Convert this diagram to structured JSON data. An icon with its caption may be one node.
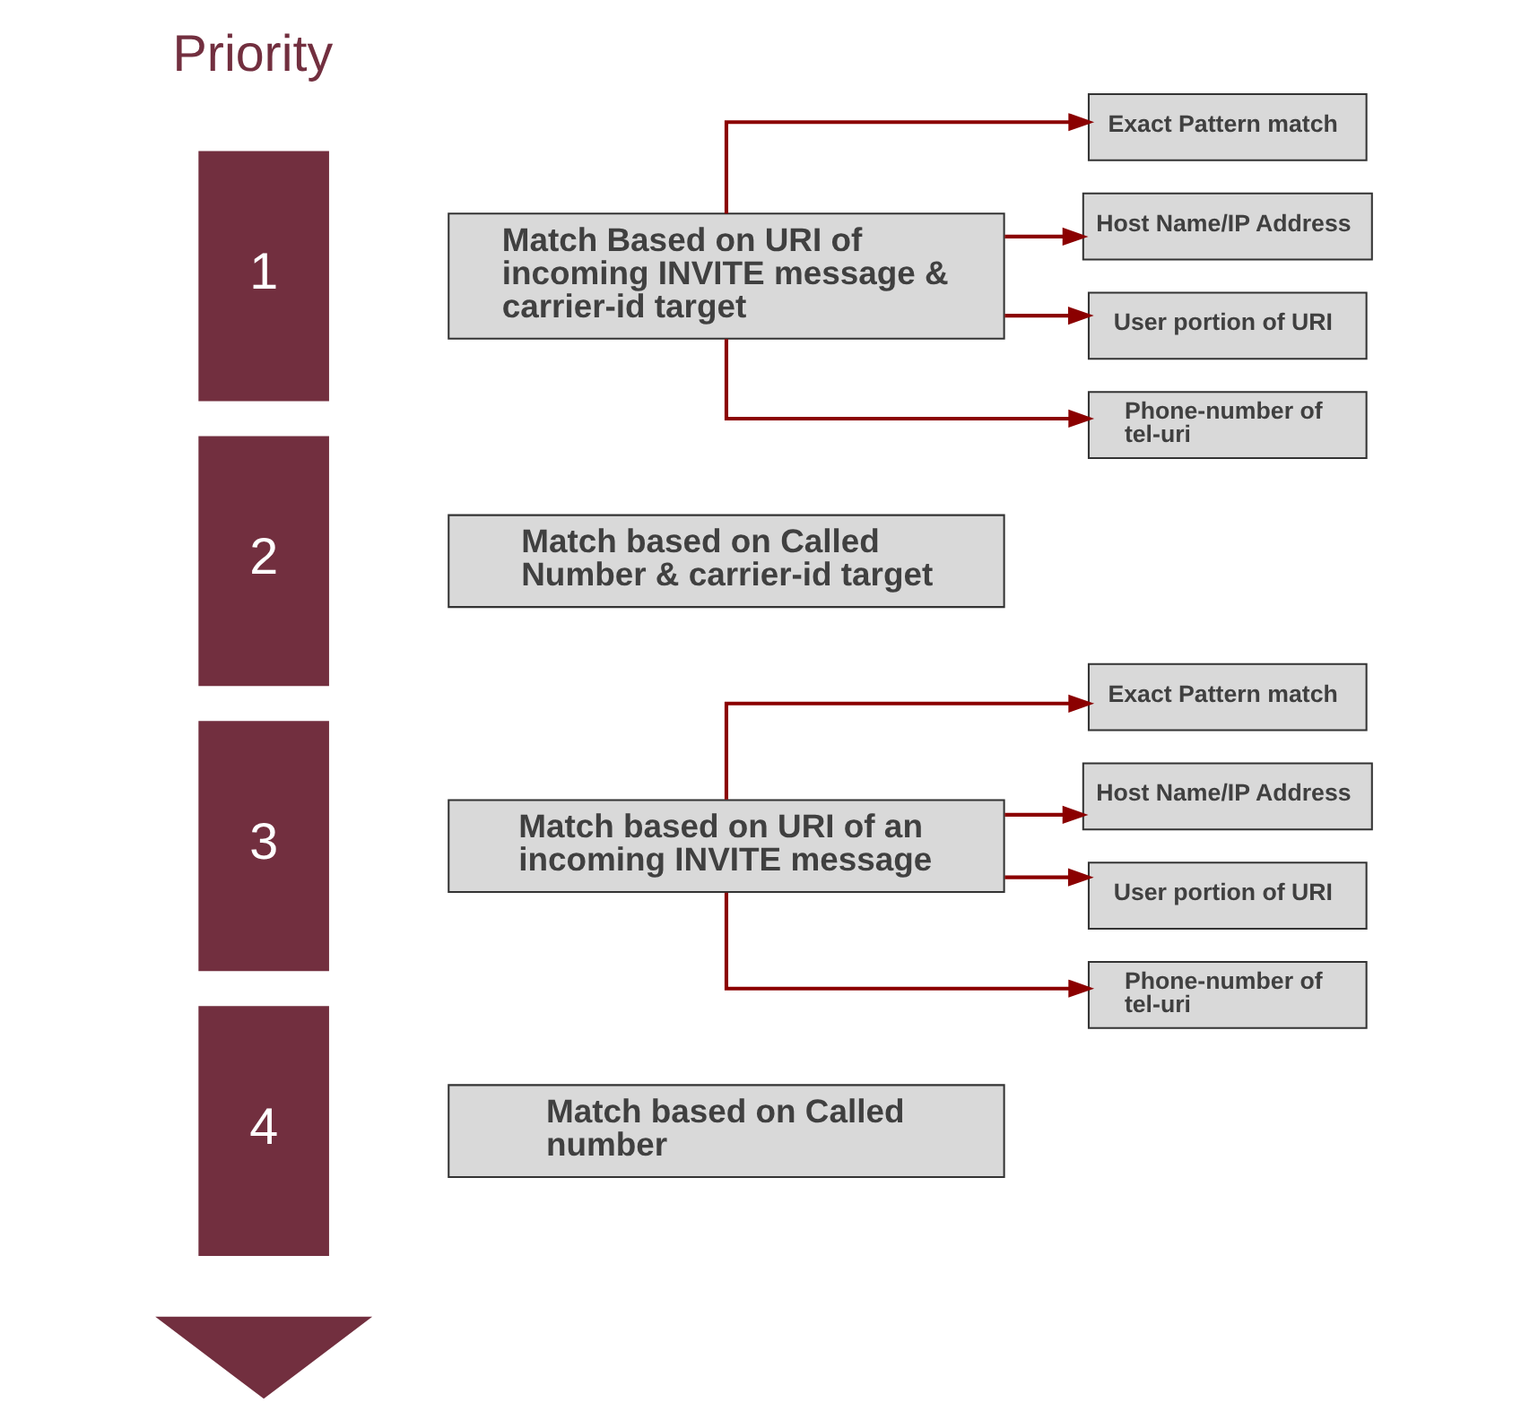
{
  "diagram": {
    "title": "Priority",
    "nodes": [
      {
        "text": [
          "1"
        ]
      },
      {
        "text": [
          "Match Based on URI of incoming INVITE message & carrier-id target"
        ]
      },
      {
        "text": [
          "Exact Pattern match"
        ]
      },
      {
        "text": [
          "Host Name/IP Address"
        ]
      },
      {
        "text": [
          "User portion of URI"
        ]
      },
      {
        "text": [
          "Phone-number of tel-uri"
        ]
      },
      {
        "text": [
          "2"
        ]
      },
      {
        "text": [
          "Match based on Called Number & carrier-id target"
        ]
      },
      {
        "text": [
          "3"
        ]
      },
      {
        "text": [
          "Match based on URI of an incoming INVITE message"
        ]
      },
      {
        "text": [
          "Exact Pattern match"
        ]
      },
      {
        "text": [
          "Host Name/IP Address"
        ]
      },
      {
        "text": [
          "User portion of URI"
        ]
      },
      {
        "text": [
          "Phone-number of tel-uri"
        ]
      },
      {
        "text": [
          "4"
        ]
      },
      {
        "text": [
          "Match based on Called number"
        ]
      },
      {
        "text": [],
        "shape": "triangle"
      }
    ],
    "edges": [
      {
        "from": 1,
        "to": 2,
        "arrow": "to"
      },
      {
        "from": 1,
        "to": 3,
        "arrow": "to"
      },
      {
        "from": 1,
        "to": 4,
        "arrow": "to"
      },
      {
        "from": 1,
        "to": 5,
        "arrow": "to"
      },
      {
        "from": 9,
        "to": 10,
        "arrow": "to"
      },
      {
        "from": 9,
        "to": 11,
        "arrow": "to"
      },
      {
        "from": 9,
        "to": 12,
        "arrow": "to"
      },
      {
        "from": 9,
        "to": 13,
        "arrow": "to"
      }
    ]
  }
}
